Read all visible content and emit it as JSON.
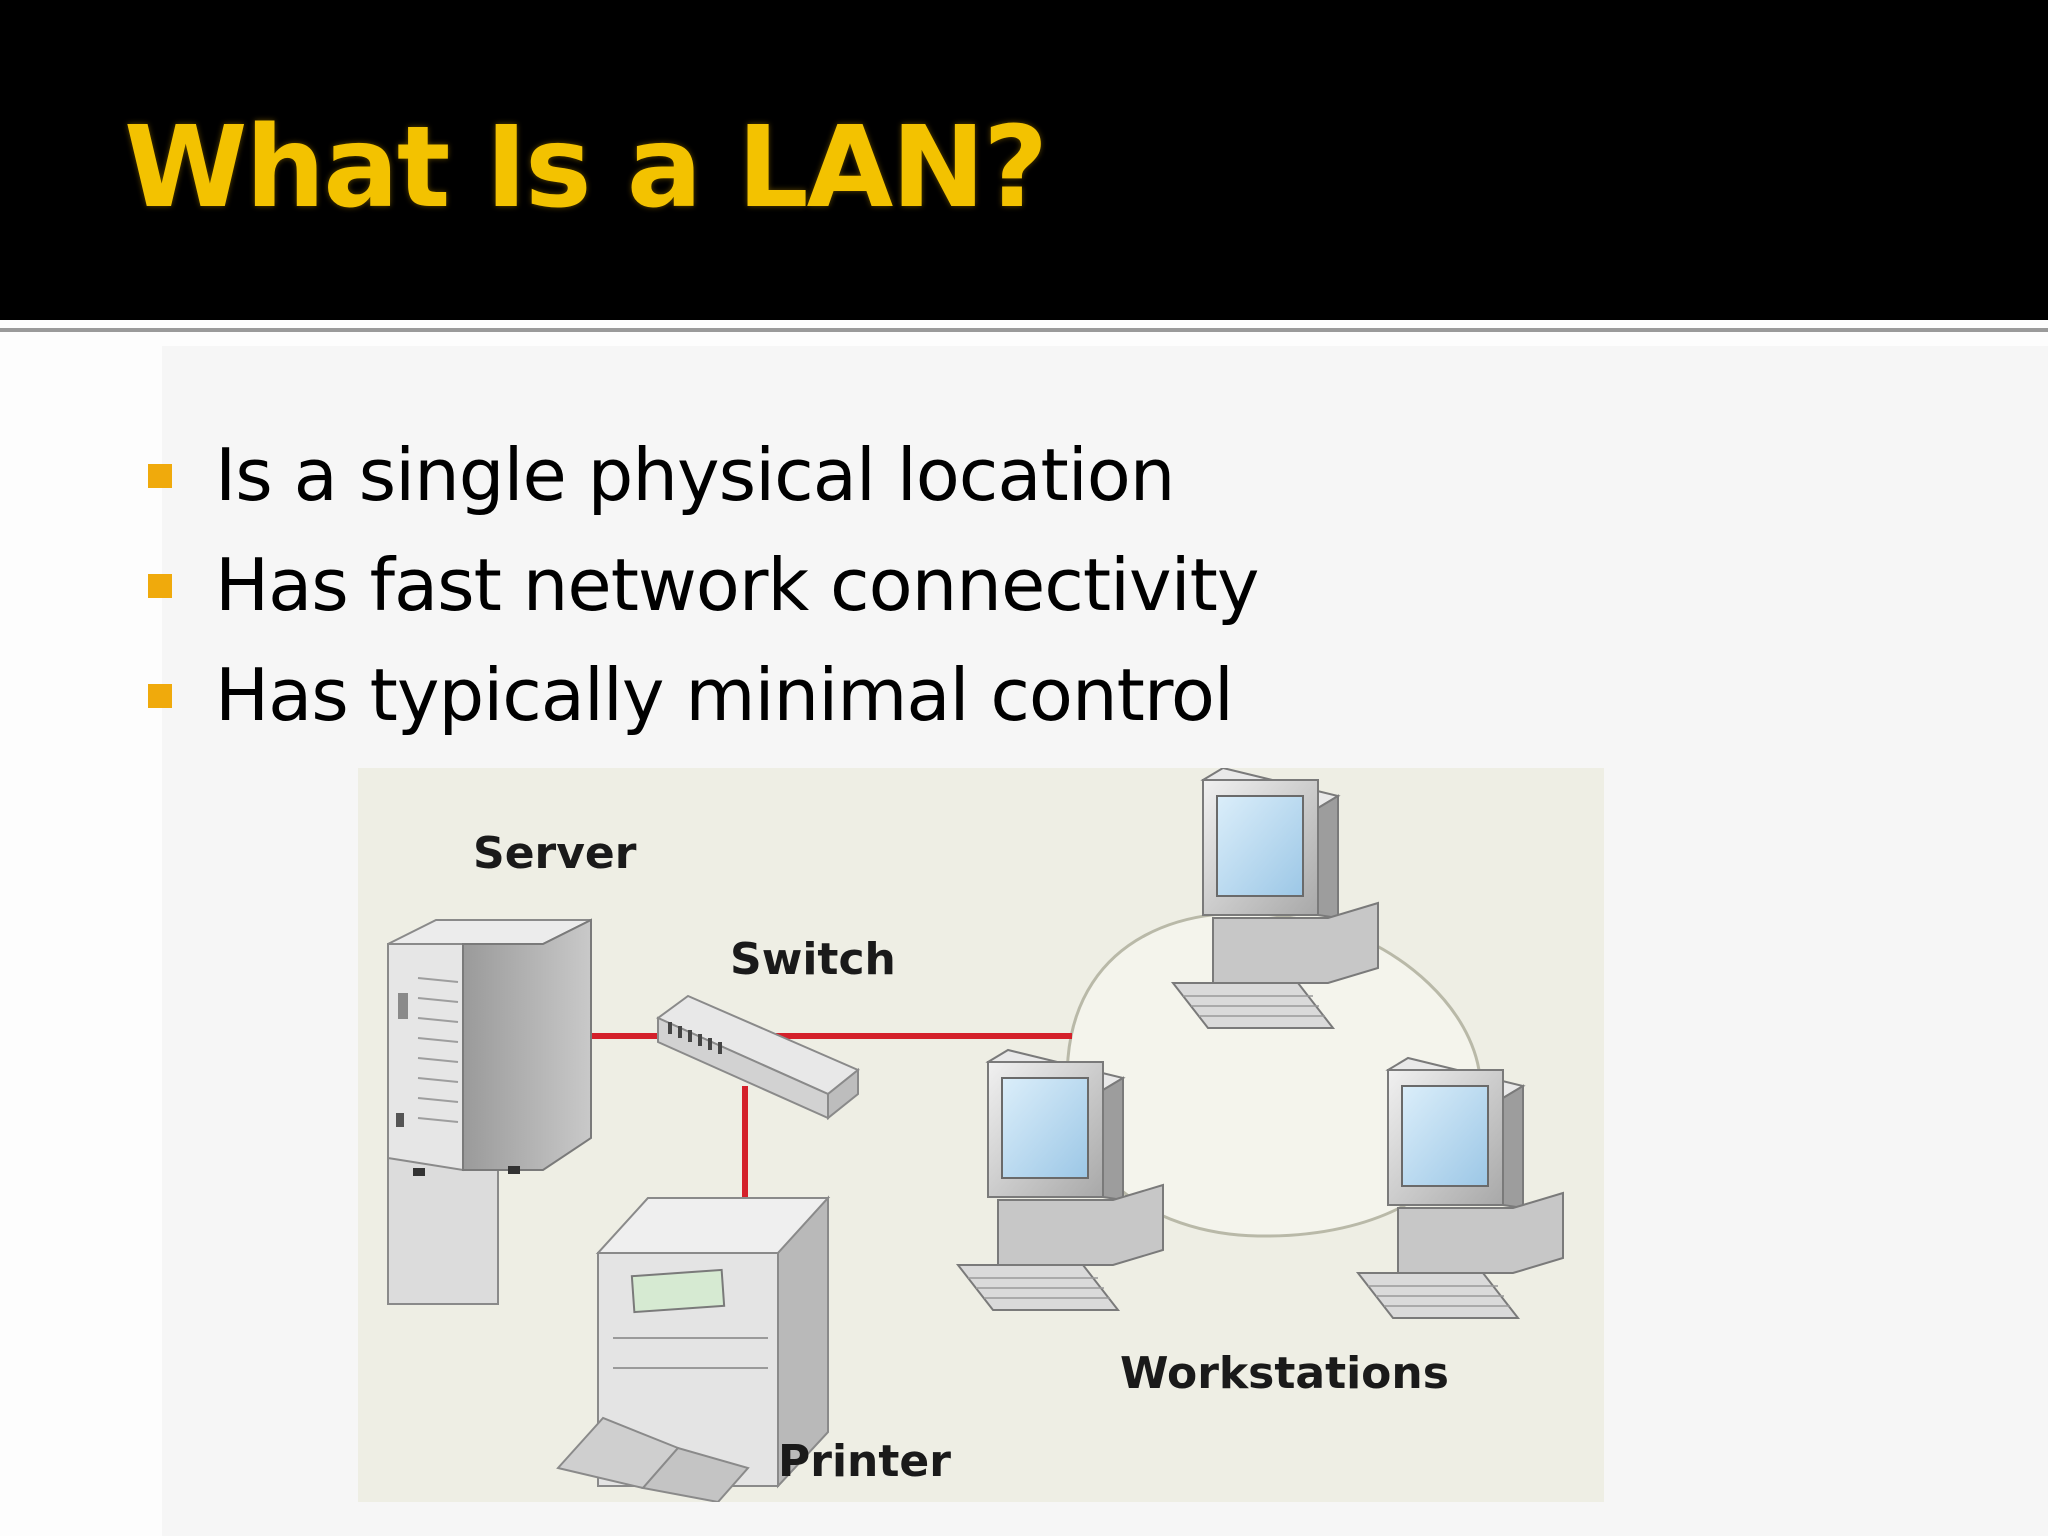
{
  "slide": {
    "title": "What Is a LAN?",
    "bullets": [
      "Is a single physical location",
      "Has fast network connectivity",
      "Has typically minimal control"
    ]
  },
  "diagram": {
    "nodes": {
      "server": "Server",
      "switch": "Switch",
      "printer": "Printer",
      "workstations": "Workstations"
    }
  },
  "colors": {
    "title": "#f3c200",
    "bullet": "#f0aa0c",
    "link": "#d4202a",
    "diagram_bg": "#eeeee4"
  }
}
